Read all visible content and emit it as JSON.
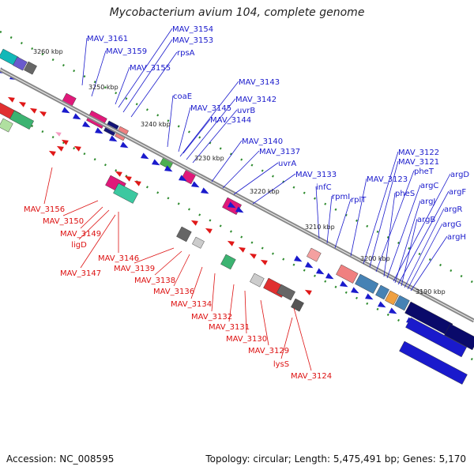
{
  "title": "Mycobacterium avium 104, complete genome",
  "footer": {
    "accession": "Accession: NC_008595",
    "stats": "Topology: circular; Length: 5,475,491 bp; Genes: 5,170"
  },
  "colors": {
    "forward_label": "#1a1acc",
    "reverse_label": "#dd1111",
    "backbone": "#888888",
    "tick": "#2e8b2e"
  },
  "kbp_marks": [
    "3260 kbp",
    "3250 kbp",
    "3240 kbp",
    "3230 kbp",
    "3220 kbp",
    "3210 kbp",
    "3200 kbp",
    "3190 kbp"
  ],
  "forward_genes": [
    "MAV_3154",
    "MAV_3161",
    "MAV_3153",
    "MAV_3159",
    "rpsA",
    "MAV_3155",
    "coaE",
    "MAV_3143",
    "MAV_3142",
    "MAV_3145",
    "uvrB",
    "MAV_3144",
    "MAV_3140",
    "MAV_3137",
    "uvrA",
    "MAV_3133",
    "infC",
    "rpmI",
    "rplT",
    "MAV_3123",
    "MAV_3122",
    "MAV_3121",
    "pheT",
    "pheS",
    "argC",
    "argD",
    "argJ",
    "argF",
    "argB",
    "argR",
    "argG",
    "argH"
  ],
  "reverse_genes": [
    "MAV_3156",
    "MAV_3150",
    "MAV_3149",
    "ligD",
    "MAV_3146",
    "MAV_3147",
    "MAV_3139",
    "MAV_3138",
    "MAV_3136",
    "MAV_3134",
    "MAV_3132",
    "MAV_3131",
    "MAV_3130",
    "MAV_3129",
    "lysS",
    "MAV_3124"
  ]
}
